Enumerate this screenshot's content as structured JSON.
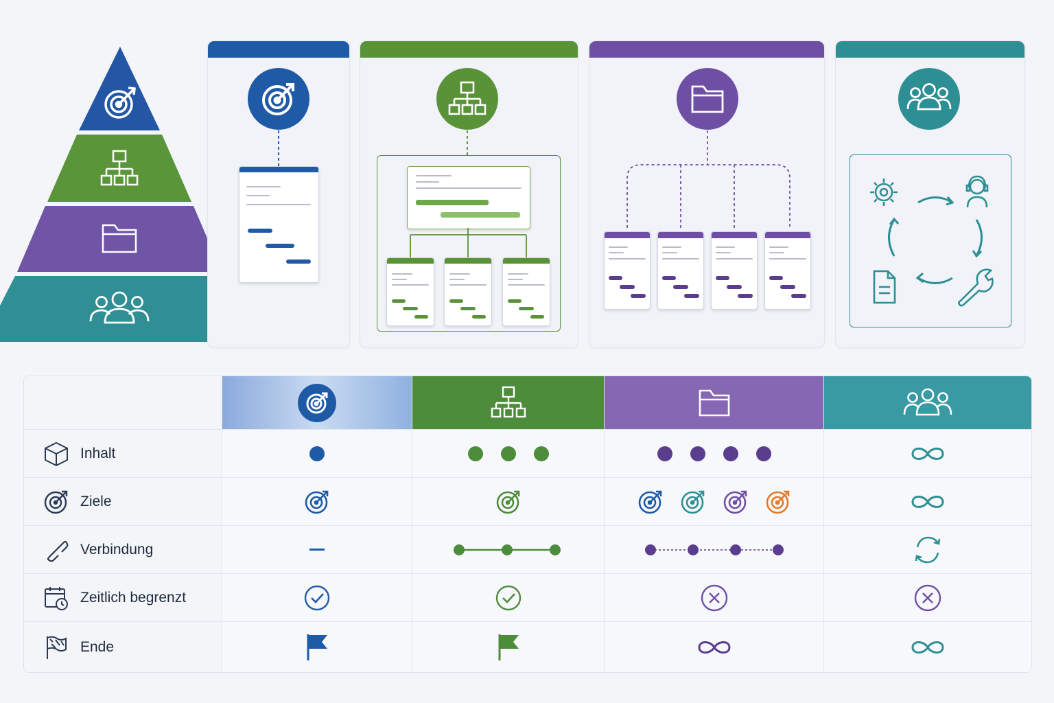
{
  "colors": {
    "blue": "#1f5aa6",
    "green": "#5a9238",
    "purple": "#6e4fa3",
    "teal": "#2d8f93",
    "orange": "#e27a2a"
  },
  "pyramid": {
    "levels": [
      {
        "icon": "target-icon",
        "color": "#2356a4"
      },
      {
        "icon": "org-chart-icon",
        "color": "#5b953a"
      },
      {
        "icon": "folder-icon",
        "color": "#7054a6"
      },
      {
        "icon": "team-icon",
        "color": "#2f8f94"
      }
    ]
  },
  "cards": [
    {
      "icon": "target-icon",
      "color": "#1f5aa6",
      "content": "single gantt document"
    },
    {
      "icon": "org-chart-icon",
      "color": "#5a9238",
      "content": "main document with three linked gantt documents"
    },
    {
      "icon": "folder-icon",
      "color": "#6e4fa3",
      "content": "four parallel gantt documents"
    },
    {
      "icon": "team-icon",
      "color": "#2d8f93",
      "content": "cycle of settings, support, document and tools"
    }
  ],
  "table": {
    "columns": [
      {
        "icon": "target-icon",
        "color": "#1f5aa6"
      },
      {
        "icon": "org-chart-icon",
        "color": "#4d8c3a"
      },
      {
        "icon": "folder-icon",
        "color": "#8567b3"
      },
      {
        "icon": "team-icon",
        "color": "#3a9aa3"
      }
    ],
    "rows": [
      {
        "label": "Inhalt",
        "icon": "cube-icon"
      },
      {
        "label": "Ziele",
        "icon": "target-icon"
      },
      {
        "label": "Verbindung",
        "icon": "link-icon"
      },
      {
        "label": "Zeitlich begrenzt",
        "icon": "calendar-clock-icon"
      },
      {
        "label": "Ende",
        "icon": "finish-flag-icon"
      }
    ]
  }
}
